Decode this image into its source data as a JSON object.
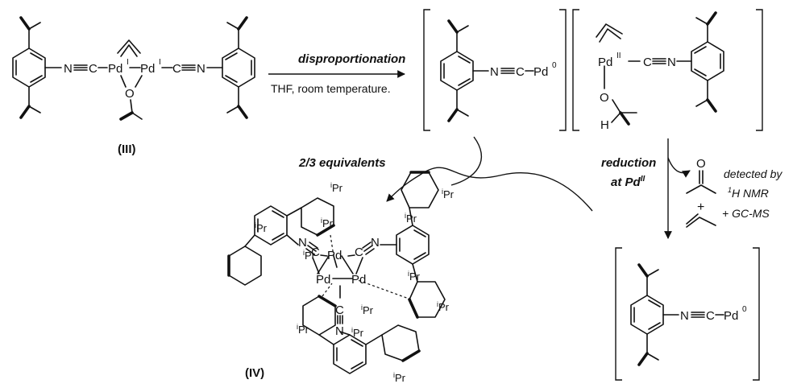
{
  "labels": {
    "compound_III": "(III)",
    "compound_IV": "(IV)",
    "equivalents": "2/3 equivalents",
    "arrow1_top": "disproportionation",
    "arrow1_bottom": "THF, room temperature.",
    "arrow2_top_a": "reduction",
    "arrow2_top_b": "at Pd",
    "arrow2_top_b_sup": "II",
    "detected_a": "detected by",
    "detected_b_sup": "1",
    "detected_b": "H NMR",
    "detected_c": "+ GC-MS",
    "plus": "+",
    "oxygen": "O"
  },
  "atoms": {
    "pd": "Pd",
    "sup_I": "I",
    "sup_0": "0",
    "sup_II": "II",
    "c": "C",
    "n": "N",
    "o": "O",
    "h": "H",
    "ipr": "Pr",
    "ipr_sup": "i"
  }
}
